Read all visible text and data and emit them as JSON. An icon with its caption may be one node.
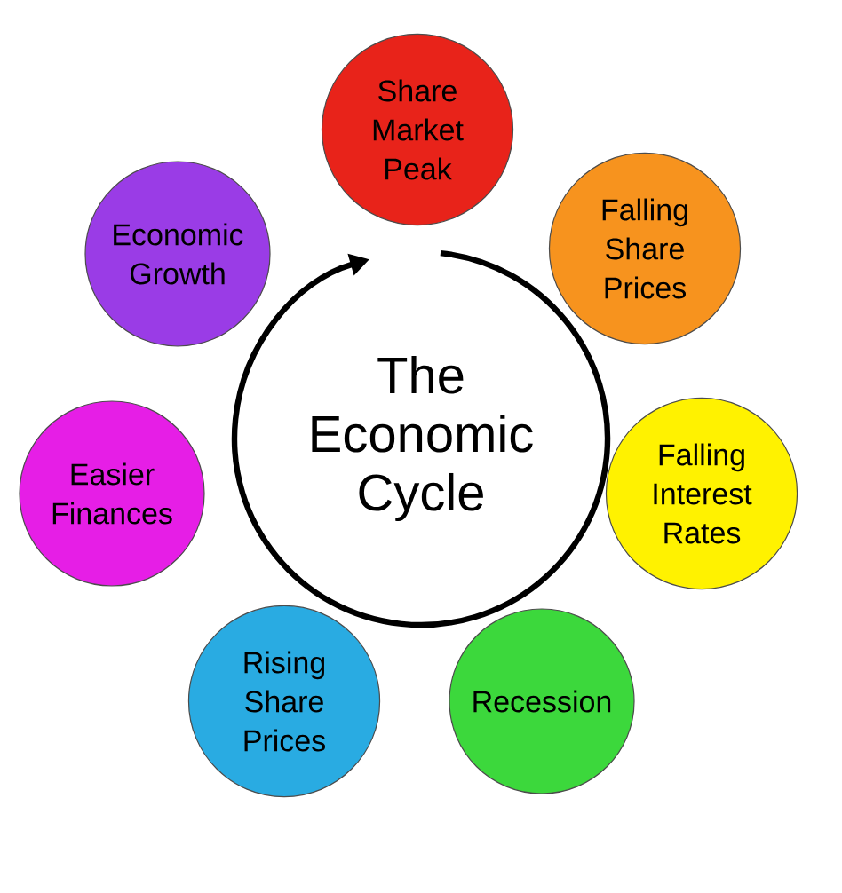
{
  "diagram": {
    "nodes": [
      {
        "text": [
          "The Economic Cycle"
        ]
      },
      {
        "text": [
          "Share Market Peak"
        ]
      },
      {
        "text": [
          "Falling Share Prices"
        ]
      },
      {
        "text": [
          "Falling Interest Rates"
        ]
      },
      {
        "text": [
          "Recession"
        ]
      },
      {
        "text": [
          "Rising Share Prices"
        ]
      },
      {
        "text": [
          "Easier Finances"
        ]
      },
      {
        "text": [
          "Economic Growth"
        ]
      }
    ]
  }
}
